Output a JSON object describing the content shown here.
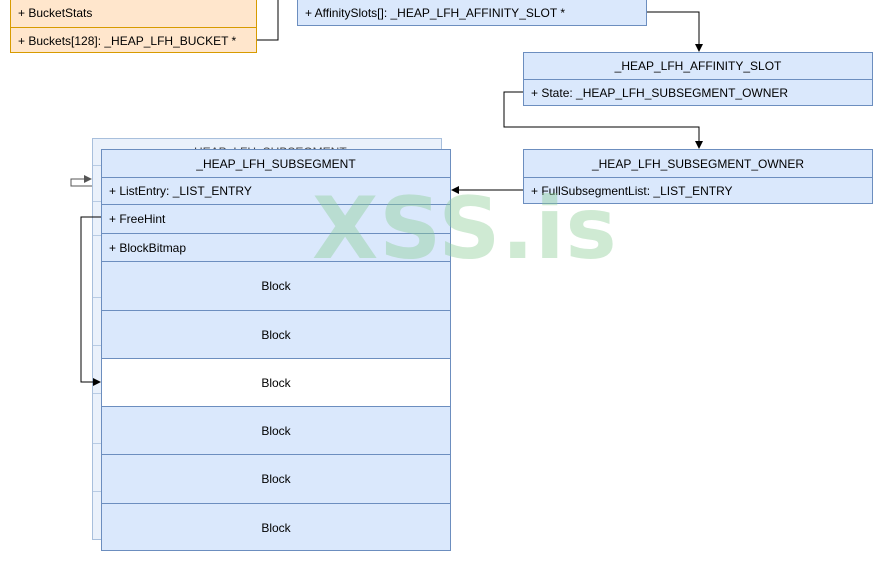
{
  "bucket_box": {
    "fields": [
      "+ BucketStats",
      "+ Buckets[128]: _HEAP_LFH_BUCKET *"
    ]
  },
  "top_box": {
    "fields": [
      "+ AffinitySlots[]: _HEAP_LFH_AFFINITY_SLOT *"
    ]
  },
  "affinity_slot": {
    "title": "_HEAP_LFH_AFFINITY_SLOT",
    "fields": [
      "+ State: _HEAP_LFH_SUBSEGMENT_OWNER"
    ]
  },
  "subsegment_owner": {
    "title": "_HEAP_LFH_SUBSEGMENT_OWNER",
    "fields": [
      "+ FullSubsegmentList: _LIST_ENTRY"
    ]
  },
  "subsegment": {
    "shadow_title": "_HEAP_LFH_SUBSEGMENT",
    "title": "_HEAP_LFH_SUBSEGMENT",
    "fields": [
      "+ ListEntry: _LIST_ENTRY",
      "+ FreeHint",
      "+ BlockBitmap"
    ],
    "blocks": [
      {
        "label": "Block",
        "free": false
      },
      {
        "label": "Block",
        "free": false
      },
      {
        "label": "Block",
        "free": true
      },
      {
        "label": "Block",
        "free": false
      },
      {
        "label": "Block",
        "free": false
      },
      {
        "label": "Block",
        "free": false
      }
    ]
  },
  "watermark": "XSS.is",
  "colors": {
    "class_fill": "#dae8fc",
    "class_stroke": "#6c8ebf",
    "bucket_fill": "#ffe6cc",
    "bucket_stroke": "#d79b00",
    "free_block_fill": "#ffffff"
  }
}
